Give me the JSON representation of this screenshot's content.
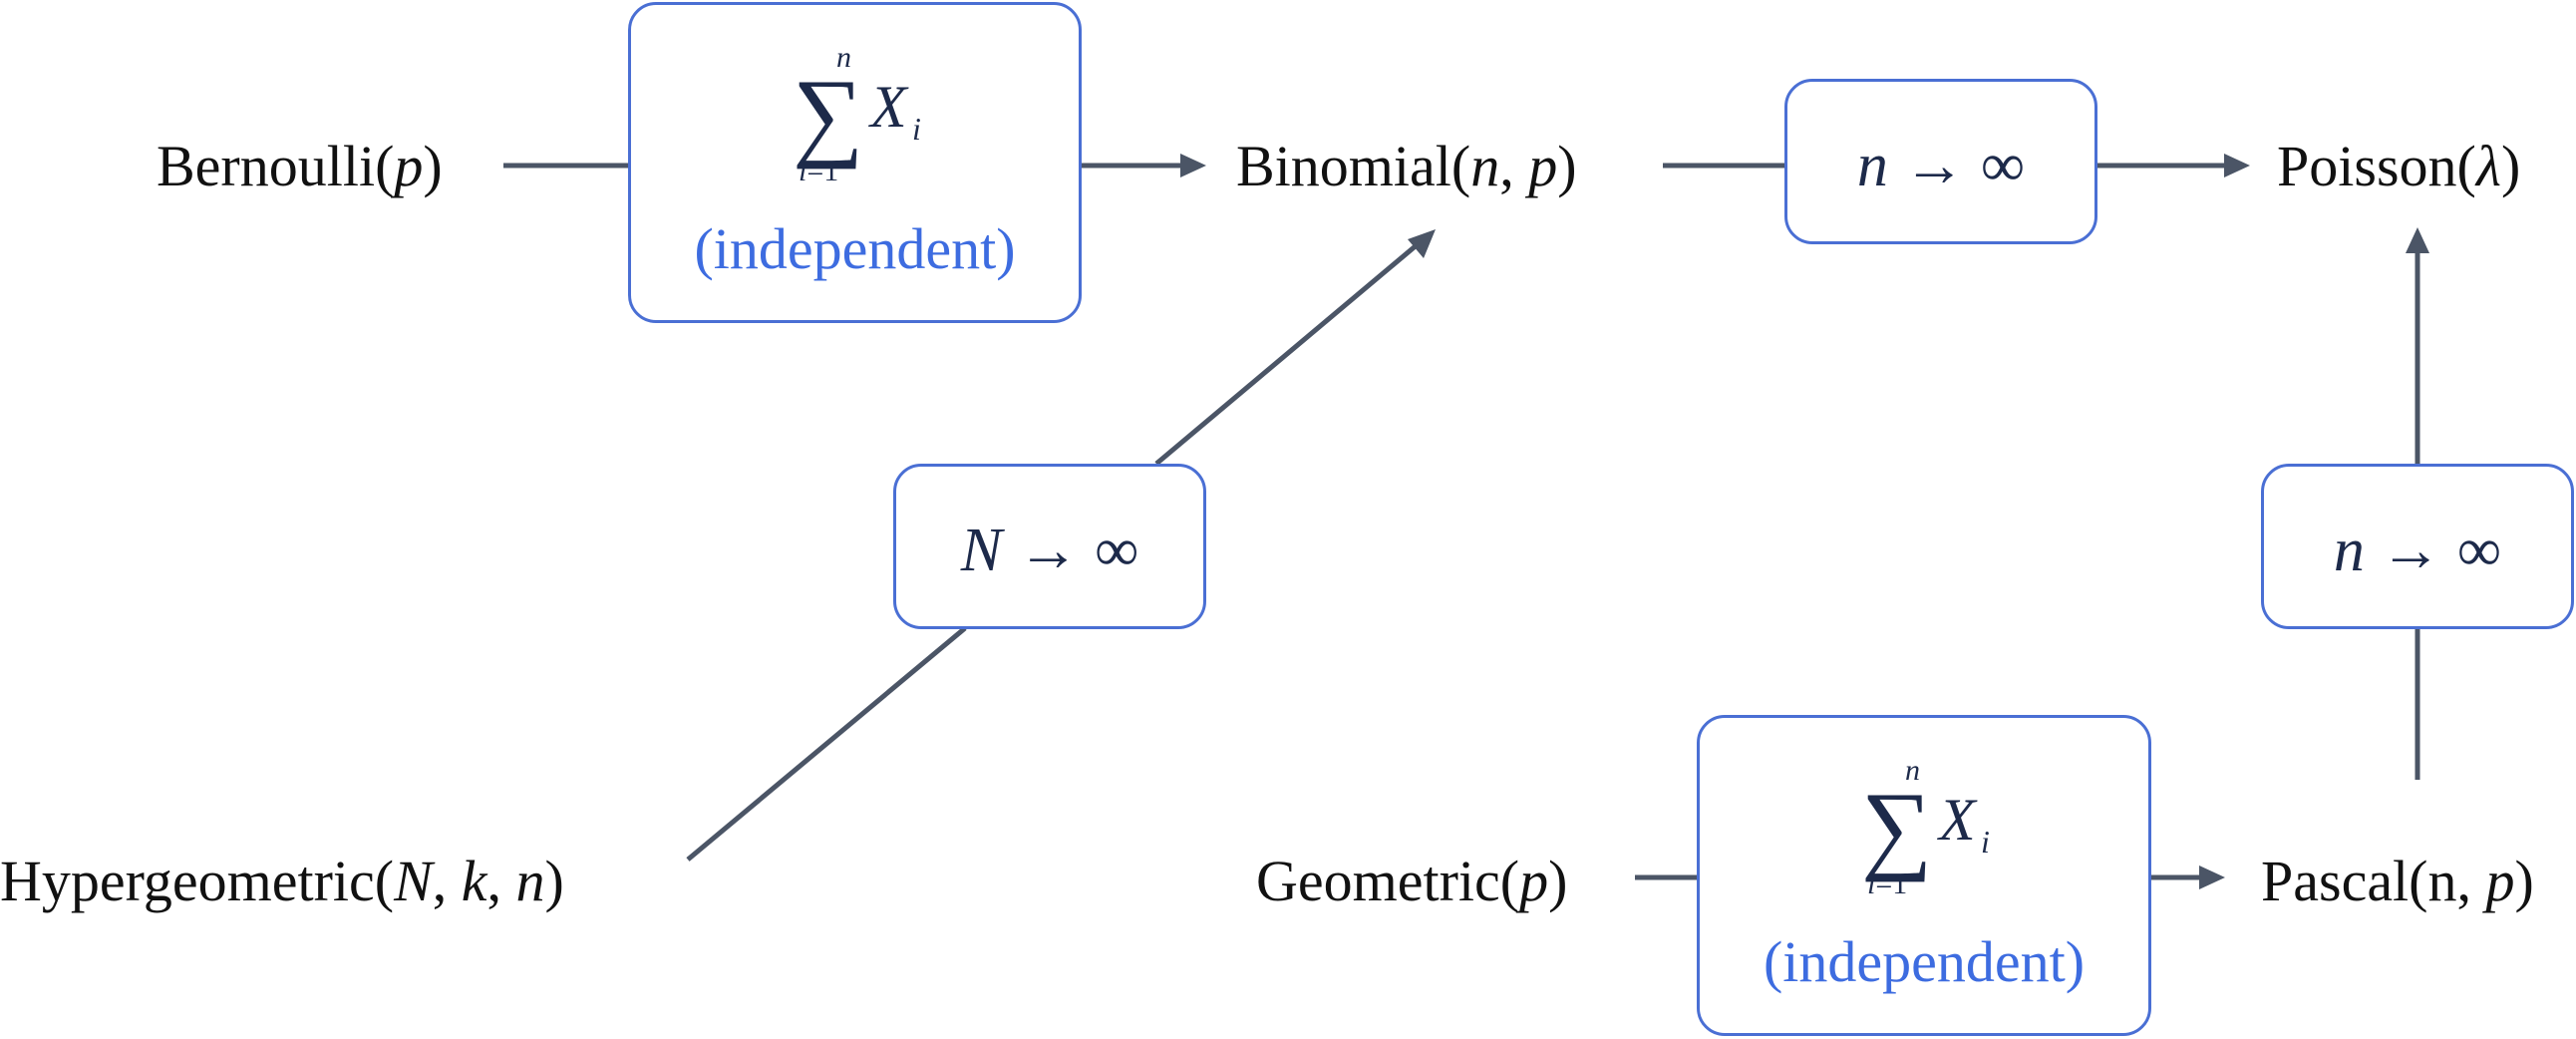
{
  "colors": {
    "line": "#4b5566",
    "box_border": "#4a6fd4",
    "independent_text": "#3d6ce0",
    "math_text": "#1d2a4a"
  },
  "nodes": {
    "bernoulli": {
      "name": "Bernoulli(",
      "param": "p",
      "close": ")"
    },
    "binomial": {
      "name": "Binomial(",
      "p1": "n",
      "sep": ", ",
      "p2": "p",
      "close": ")"
    },
    "poisson": {
      "name": "Poisson(",
      "param": "λ",
      "close": ")"
    },
    "hypergeometric": {
      "name": "Hypergeometric(",
      "p1": "N",
      "sep1": ", ",
      "p2": "k",
      "sep2": ", ",
      "p3": "n",
      "close": ")"
    },
    "geometric": {
      "name": "Geometric(",
      "param": "p",
      "close": ")"
    },
    "pascal": {
      "name": "Pascal(n, ",
      "param": "p",
      "close": ")"
    }
  },
  "boxes": {
    "sum_top": {
      "sum_upper": "n",
      "sum_lower_var": "i",
      "sum_lower_rest": "=1",
      "term": "X",
      "subscript": "i",
      "note": "(independent)"
    },
    "n_to_inf_top": {
      "var": "n",
      "arrow": " → ∞"
    },
    "N_to_inf": {
      "var": "N",
      "arrow": " → ∞"
    },
    "n_to_inf_right": {
      "var": "n",
      "arrow": " → ∞"
    },
    "sum_bottom": {
      "sum_upper": "n",
      "sum_lower_var": "i",
      "sum_lower_rest": "=1",
      "term": "X",
      "subscript": "i",
      "note": "(independent)"
    }
  }
}
